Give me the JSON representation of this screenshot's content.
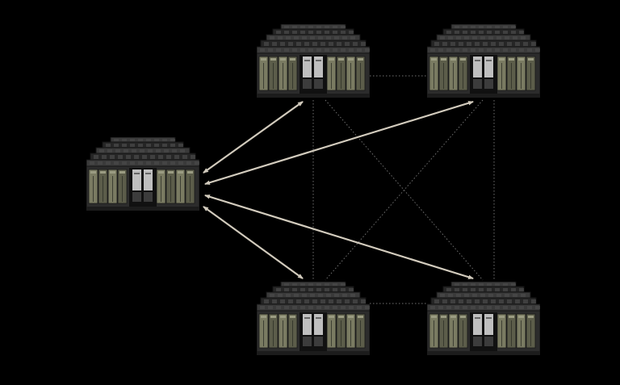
{
  "diagram": {
    "background": "#000000",
    "colors": {
      "arrow": "#d2cbbd",
      "link": "#6f6f6f",
      "chassis": "#2c2c2c",
      "tier_top": "#3a3a3a",
      "slot_fill": "#5c5d4a",
      "slot_fill_light": "#7a7b62",
      "center_panel": "#bfbfbf"
    },
    "nodes": [
      {
        "id": "left-cluster",
        "icon": "server-rack-icon"
      },
      {
        "id": "top-left-cluster",
        "icon": "server-rack-icon"
      },
      {
        "id": "top-right-cluster",
        "icon": "server-rack-icon"
      },
      {
        "id": "bottom-left-cluster",
        "icon": "server-rack-icon"
      },
      {
        "id": "bottom-right-cluster",
        "icon": "server-rack-icon"
      }
    ],
    "arrows": [
      {
        "from": "left-cluster",
        "to": "top-left-cluster",
        "style": "double-headed"
      },
      {
        "from": "left-cluster",
        "to": "top-right-cluster",
        "style": "double-headed"
      },
      {
        "from": "left-cluster",
        "to": "bottom-left-cluster",
        "style": "double-headed"
      },
      {
        "from": "left-cluster",
        "to": "bottom-right-cluster",
        "style": "double-headed"
      }
    ],
    "links": [
      {
        "from": "top-left-cluster",
        "to": "top-right-cluster",
        "style": "dotted"
      },
      {
        "from": "bottom-left-cluster",
        "to": "bottom-right-cluster",
        "style": "dotted"
      },
      {
        "from": "top-left-cluster",
        "to": "bottom-left-cluster",
        "style": "dotted"
      },
      {
        "from": "top-right-cluster",
        "to": "bottom-right-cluster",
        "style": "dotted"
      },
      {
        "from": "top-left-cluster",
        "to": "bottom-right-cluster",
        "style": "dotted"
      },
      {
        "from": "top-right-cluster",
        "to": "bottom-left-cluster",
        "style": "dotted"
      }
    ]
  }
}
